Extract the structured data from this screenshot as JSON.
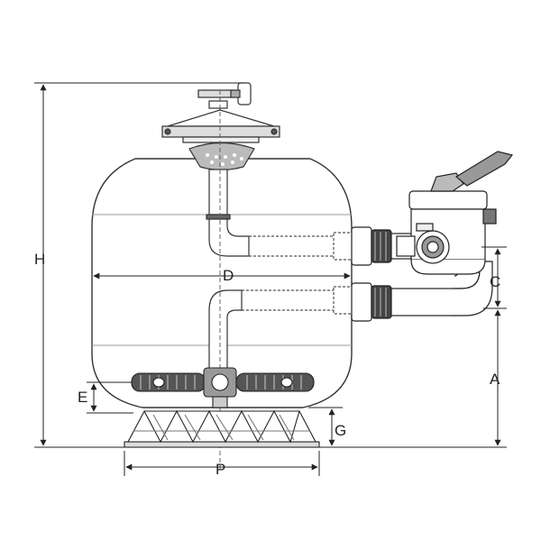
{
  "colors": {
    "line": "#333333",
    "light_gray": "#dddddd",
    "mid_gray": "#9a9a9a",
    "dark": "#222222"
  },
  "dimensions": {
    "H": "H",
    "D": "D",
    "C": "C",
    "A": "A",
    "E": "E",
    "G": "G",
    "P": "P"
  },
  "parts": [
    "vessel",
    "top-cover",
    "diffuser",
    "multiport-valve",
    "lateral-collector",
    "pipe-unions",
    "base-stand"
  ],
  "icons": [
    "arrowhead-icon",
    "valve-handle-icon"
  ]
}
